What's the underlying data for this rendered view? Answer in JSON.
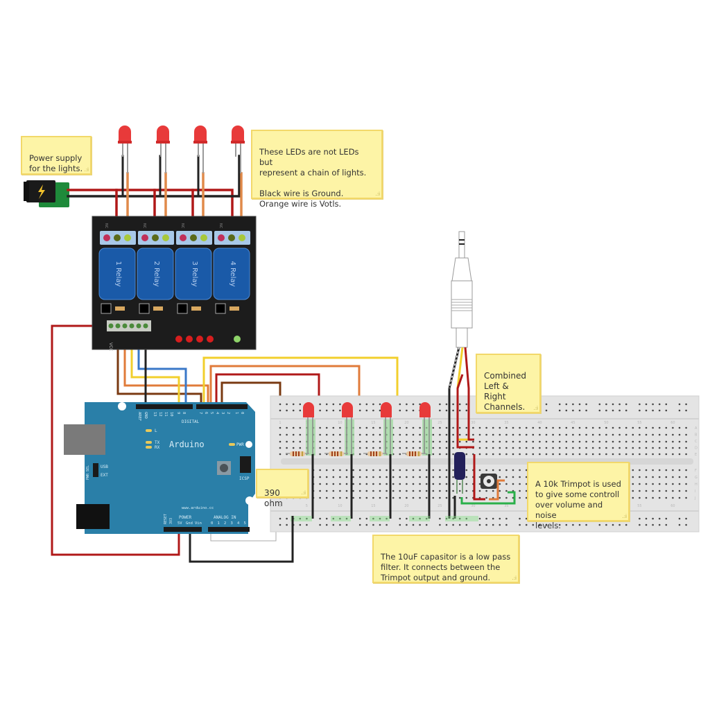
{
  "diagram": {
    "title": "Arduino audio-reactive relay light controller (Fritzing breadboard view)",
    "notes": {
      "power_supply": "Power supply\nfor the lights.",
      "leds_info": "These LEDs are not LEDs but\nrepresent a chain of lights.\n\n Black wire is Ground.\nOrange wire is Votls.",
      "combined_channels": "Combined\nLeft & Right\nChannels.",
      "resistor": "390 ohm",
      "trimpot": "A 10k Trimpot is used\nto give some controll\nover volume and noise\nlevels.",
      "capacitor": "The 10uF capasitor is a low pass\nfilter.  It connects between the\nTrimpot output and ground."
    },
    "relay_board": {
      "relays": [
        "1 Relay",
        "2 Relay",
        "3 Relay",
        "4 Relay"
      ],
      "terminal_label": "NC",
      "header_label": "VCC"
    },
    "arduino": {
      "name": "Arduino",
      "url": "www.arduino.cc",
      "digital_label": "DIGITAL",
      "top_pins": [
        "AREF",
        "GND",
        "13",
        "12",
        "11",
        "10",
        "9",
        "8",
        "7",
        "6",
        "5",
        "4",
        "3",
        "2",
        "1",
        "0"
      ],
      "pwm_label": "PWM",
      "tx_label": "TX",
      "rx_label": "RX",
      "l_label": "L",
      "pwr_led_label": "PWR",
      "icsp_label": "ICSP",
      "pwr_sel_label": "PWR SEL",
      "usb_label": "USB",
      "ext_label": "EXT",
      "power_label": "POWER",
      "analog_label": "ANALOG IN",
      "reset_label": "RESET",
      "v33_label": "3V3",
      "bottom_power_pins": [
        "5V",
        "Gnd",
        "Vin"
      ],
      "analog_pins": [
        "0",
        "1",
        "2",
        "3",
        "4",
        "5"
      ]
    },
    "breadboard": {
      "column_numbers": [
        "1",
        "5",
        "10",
        "15",
        "20",
        "25",
        "30",
        "35",
        "40",
        "45",
        "50",
        "55",
        "60"
      ],
      "row_letters_top": [
        "A",
        "B",
        "C",
        "D",
        "E"
      ],
      "row_letters_bottom": [
        "F",
        "G",
        "H",
        "I",
        "J"
      ]
    },
    "colors": {
      "note_bg": "#fdf4a6",
      "arduino_blue": "#2a7fa8",
      "relay_blue": "#1a5aa8",
      "led_red": "#e83a3a",
      "wire_red": "#b01818",
      "wire_orange": "#e07b3a",
      "wire_black": "#222222",
      "wire_brown": "#7a3a12",
      "wire_yellow": "#f2cf2c",
      "wire_blue": "#3a78c8",
      "wire_green": "#2ab04a"
    }
  }
}
